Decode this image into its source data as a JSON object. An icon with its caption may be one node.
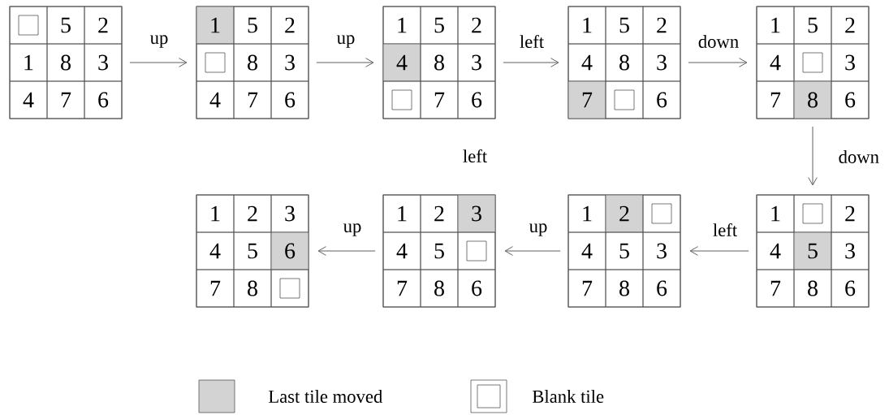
{
  "diagram": {
    "nodes": [
      {
        "text": [],
        "shape": "box"
      },
      {
        "text": [],
        "shape": "box",
        "in": 0
      },
      {
        "text": [
          "5"
        ],
        "in": 0
      },
      {
        "text": [
          "2"
        ],
        "in": 0
      },
      {
        "text": [
          "1"
        ],
        "in": 0
      },
      {
        "text": [
          "8"
        ],
        "in": 0
      },
      {
        "text": [
          "3"
        ],
        "in": 0
      },
      {
        "text": [
          "4"
        ],
        "in": 0
      },
      {
        "text": [
          "7"
        ],
        "in": 0
      },
      {
        "text": [
          "6"
        ],
        "in": 0
      },
      {
        "text": [],
        "shape": "box"
      },
      {
        "text": [
          "1"
        ],
        "in": 10
      },
      {
        "text": [
          "5"
        ],
        "in": 10
      },
      {
        "text": [
          "2"
        ],
        "in": 10
      },
      {
        "text": [],
        "shape": "box",
        "in": 10
      },
      {
        "text": [
          "8"
        ],
        "in": 10
      },
      {
        "text": [
          "3"
        ],
        "in": 10
      },
      {
        "text": [
          "4"
        ],
        "in": 10
      },
      {
        "text": [
          "7"
        ],
        "in": 10
      },
      {
        "text": [
          "6"
        ],
        "in": 10
      },
      {
        "text": [],
        "shape": "box"
      },
      {
        "text": [
          "1"
        ],
        "in": 20
      },
      {
        "text": [
          "5"
        ],
        "in": 20
      },
      {
        "text": [
          "2"
        ],
        "in": 20
      },
      {
        "text": [
          "4"
        ],
        "in": 20
      },
      {
        "text": [
          "8"
        ],
        "in": 20
      },
      {
        "text": [
          "3"
        ],
        "in": 20
      },
      {
        "text": [],
        "shape": "box",
        "in": 20
      },
      {
        "text": [
          "7"
        ],
        "in": 20
      },
      {
        "text": [
          "6"
        ],
        "in": 20
      },
      {
        "text": [],
        "shape": "box"
      },
      {
        "text": [
          "1"
        ],
        "in": 30
      },
      {
        "text": [
          "5"
        ],
        "in": 30
      },
      {
        "text": [
          "2"
        ],
        "in": 30
      },
      {
        "text": [
          "4"
        ],
        "in": 30
      },
      {
        "text": [
          "8"
        ],
        "in": 30
      },
      {
        "text": [
          "3"
        ],
        "in": 30
      },
      {
        "text": [
          "7"
        ],
        "in": 30
      },
      {
        "text": [],
        "shape": "box",
        "in": 30
      },
      {
        "text": [
          "6"
        ],
        "in": 30
      },
      {
        "text": [],
        "shape": "box"
      },
      {
        "text": [
          "1"
        ],
        "in": 40
      },
      {
        "text": [
          "5"
        ],
        "in": 40
      },
      {
        "text": [
          "2"
        ],
        "in": 40
      },
      {
        "text": [
          "4"
        ],
        "in": 40
      },
      {
        "text": [],
        "shape": "box",
        "in": 40
      },
      {
        "text": [
          "3"
        ],
        "in": 40
      },
      {
        "text": [
          "7"
        ],
        "in": 40
      },
      {
        "text": [
          "8"
        ],
        "in": 40
      },
      {
        "text": [
          "6"
        ],
        "in": 40
      },
      {
        "text": [],
        "shape": "box"
      },
      {
        "text": [
          "1"
        ],
        "in": 50
      },
      {
        "text": [
          "2"
        ],
        "in": 50
      },
      {
        "text": [
          "3"
        ],
        "in": 50
      },
      {
        "text": [
          "4"
        ],
        "in": 50
      },
      {
        "text": [
          "5"
        ],
        "in": 50
      },
      {
        "text": [
          "6"
        ],
        "in": 50
      },
      {
        "text": [
          "7"
        ],
        "in": 50
      },
      {
        "text": [
          "8"
        ],
        "in": 50
      },
      {
        "text": [],
        "shape": "box",
        "in": 50
      },
      {
        "text": [],
        "shape": "box"
      },
      {
        "text": [
          "1"
        ],
        "in": 60
      },
      {
        "text": [
          "2"
        ],
        "in": 60
      },
      {
        "text": [
          "3"
        ],
        "in": 60
      },
      {
        "text": [
          "4"
        ],
        "in": 60
      },
      {
        "text": [
          "5"
        ],
        "in": 60
      },
      {
        "text": [],
        "shape": "box",
        "in": 60
      },
      {
        "text": [
          "7"
        ],
        "in": 60
      },
      {
        "text": [
          "8"
        ],
        "in": 60
      },
      {
        "text": [
          "6"
        ],
        "in": 60
      },
      {
        "text": [],
        "shape": "box"
      },
      {
        "text": [
          "1"
        ],
        "in": 70
      },
      {
        "text": [
          "2"
        ],
        "in": 70
      },
      {
        "text": [],
        "shape": "box",
        "in": 70
      },
      {
        "text": [
          "4"
        ],
        "in": 70
      },
      {
        "text": [
          "5"
        ],
        "in": 70
      },
      {
        "text": [
          "3"
        ],
        "in": 70
      },
      {
        "text": [
          "7"
        ],
        "in": 70
      },
      {
        "text": [
          "8"
        ],
        "in": 70
      },
      {
        "text": [
          "6"
        ],
        "in": 70
      },
      {
        "text": [],
        "shape": "box"
      },
      {
        "text": [
          "1"
        ],
        "in": 80
      },
      {
        "text": [],
        "shape": "box",
        "in": 80
      },
      {
        "text": [
          "2"
        ],
        "in": 80
      },
      {
        "text": [
          "4"
        ],
        "in": 80
      },
      {
        "text": [
          "5"
        ],
        "in": 80
      },
      {
        "text": [
          "3"
        ],
        "in": 80
      },
      {
        "text": [
          "7"
        ],
        "in": 80
      },
      {
        "text": [
          "8"
        ],
        "in": 80
      },
      {
        "text": [
          "6"
        ],
        "in": 80
      }
    ],
    "edges": [
      {
        "from": 0,
        "to": 10,
        "arrow": "to",
        "label": "up"
      },
      {
        "from": 10,
        "to": 20,
        "arrow": "to",
        "label": "up"
      },
      {
        "from": 20,
        "to": 30,
        "arrow": "to",
        "label": "left"
      },
      {
        "from": 30,
        "to": 40,
        "arrow": "to",
        "label": "down"
      },
      {
        "from": 40,
        "to": 80,
        "arrow": "to",
        "label": "down"
      },
      {
        "from": 80,
        "to": 70,
        "arrow": "to",
        "label": "left"
      },
      {
        "from": 70,
        "to": 60,
        "arrow": "to",
        "label": "up"
      },
      {
        "from": 60,
        "to": 50,
        "arrow": "to",
        "label": "up"
      }
    ],
    "labels": [
      "left"
    ],
    "legend": [
      {
        "text": "Last tile moved",
        "color": "#d3d3d3"
      },
      {
        "text": "Blank tile"
      }
    ]
  }
}
